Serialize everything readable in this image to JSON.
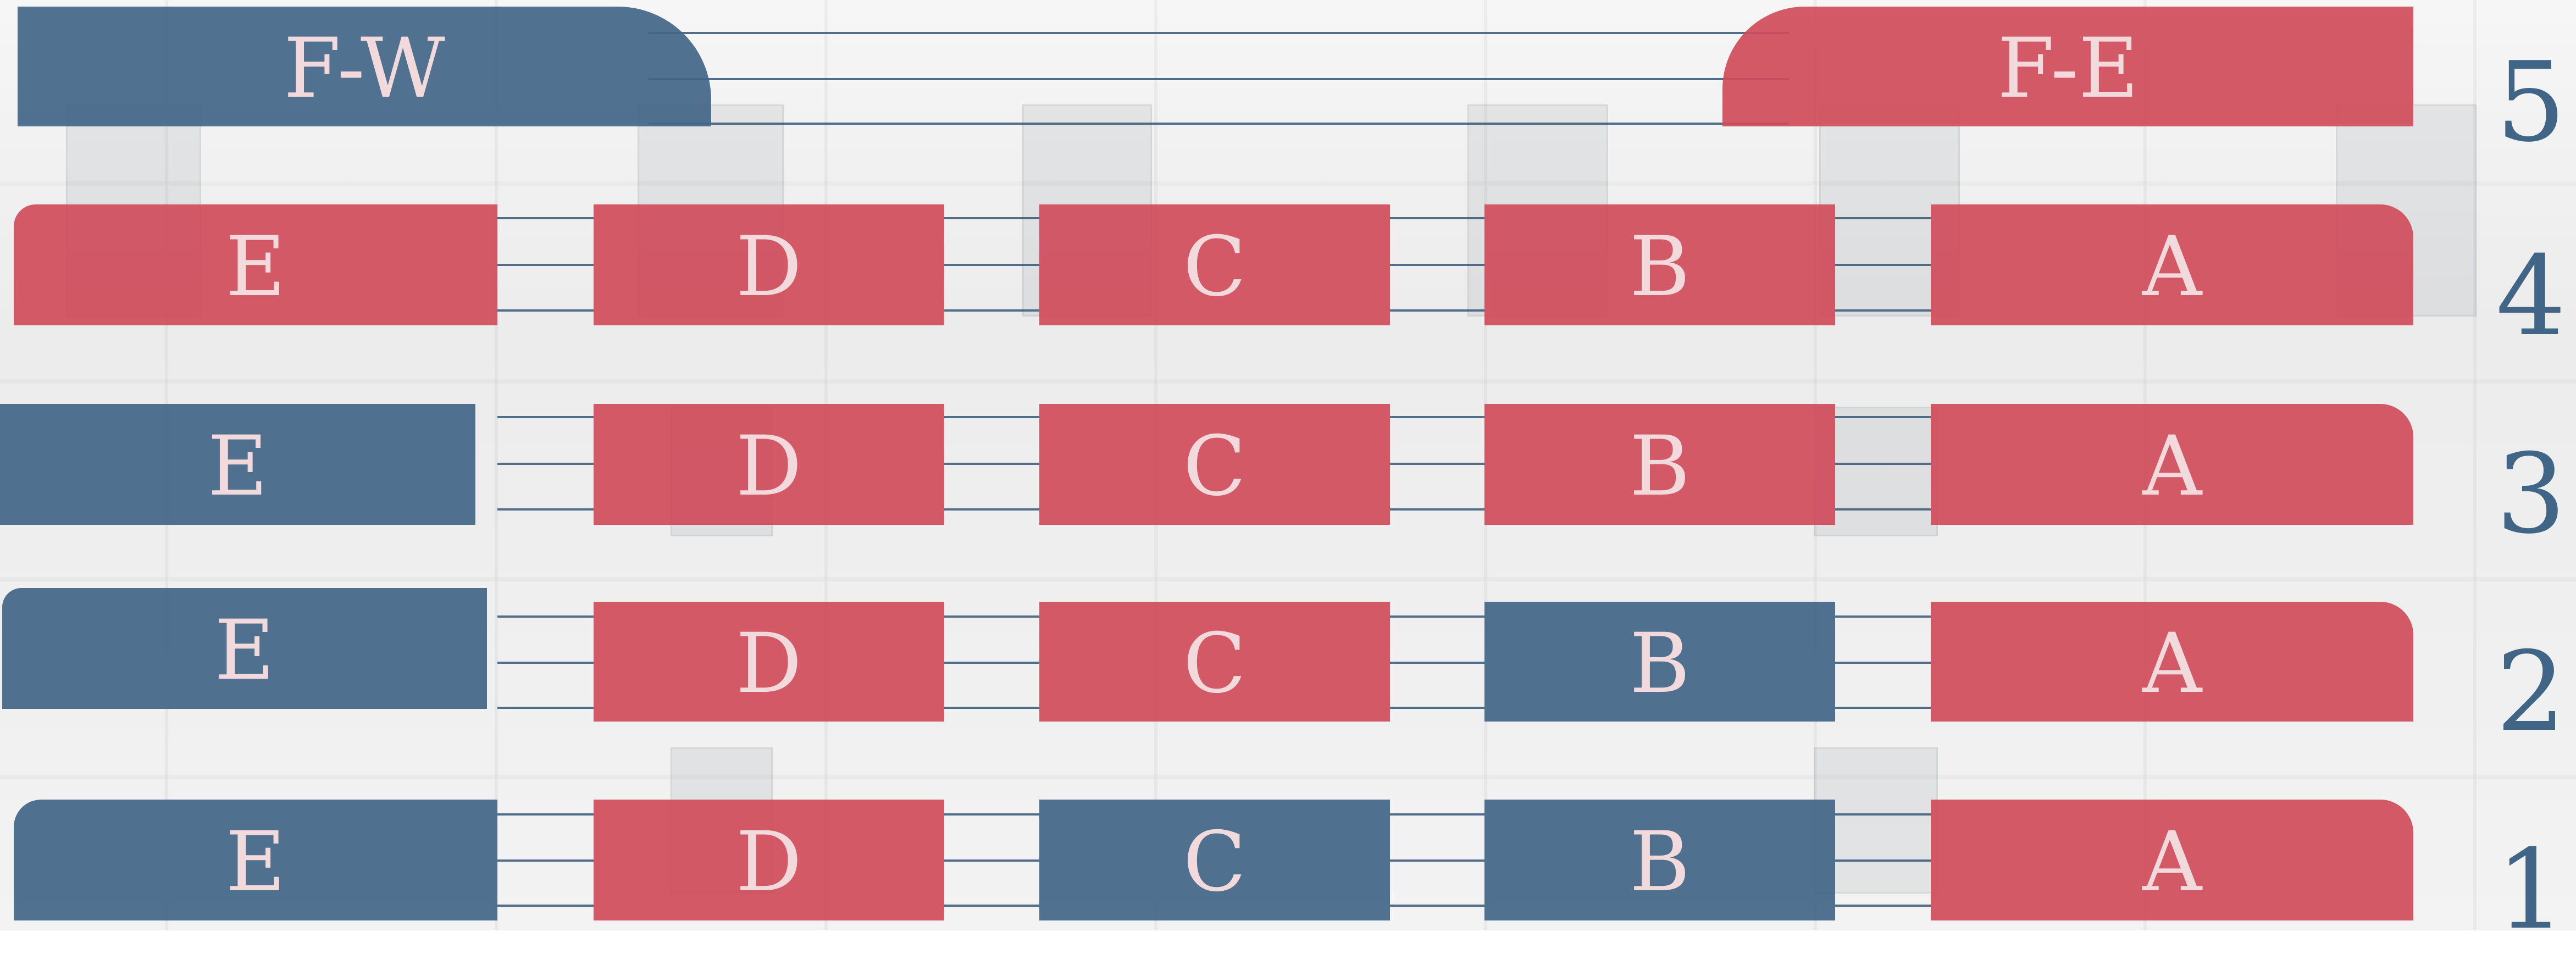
{
  "colors": {
    "red": "#D04A59",
    "blue": "#436688",
    "line": "#3F5F80",
    "text": "#F1D9DC"
  },
  "floors": [
    {
      "number": "5",
      "units": [
        {
          "label": "F-W",
          "status": "blue"
        },
        {
          "label": "F-E",
          "status": "red"
        }
      ]
    },
    {
      "number": "4",
      "units": [
        {
          "label": "E",
          "status": "red"
        },
        {
          "label": "D",
          "status": "red"
        },
        {
          "label": "C",
          "status": "red"
        },
        {
          "label": "B",
          "status": "red"
        },
        {
          "label": "A",
          "status": "red"
        }
      ]
    },
    {
      "number": "3",
      "units": [
        {
          "label": "E",
          "status": "blue"
        },
        {
          "label": "D",
          "status": "red"
        },
        {
          "label": "C",
          "status": "red"
        },
        {
          "label": "B",
          "status": "red"
        },
        {
          "label": "A",
          "status": "red"
        }
      ]
    },
    {
      "number": "2",
      "units": [
        {
          "label": "E",
          "status": "blue"
        },
        {
          "label": "D",
          "status": "red"
        },
        {
          "label": "C",
          "status": "red"
        },
        {
          "label": "B",
          "status": "blue"
        },
        {
          "label": "A",
          "status": "red"
        }
      ]
    },
    {
      "number": "1",
      "units": [
        {
          "label": "E",
          "status": "blue"
        },
        {
          "label": "D",
          "status": "red"
        },
        {
          "label": "C",
          "status": "blue"
        },
        {
          "label": "B",
          "status": "blue"
        },
        {
          "label": "A",
          "status": "red"
        }
      ]
    }
  ]
}
